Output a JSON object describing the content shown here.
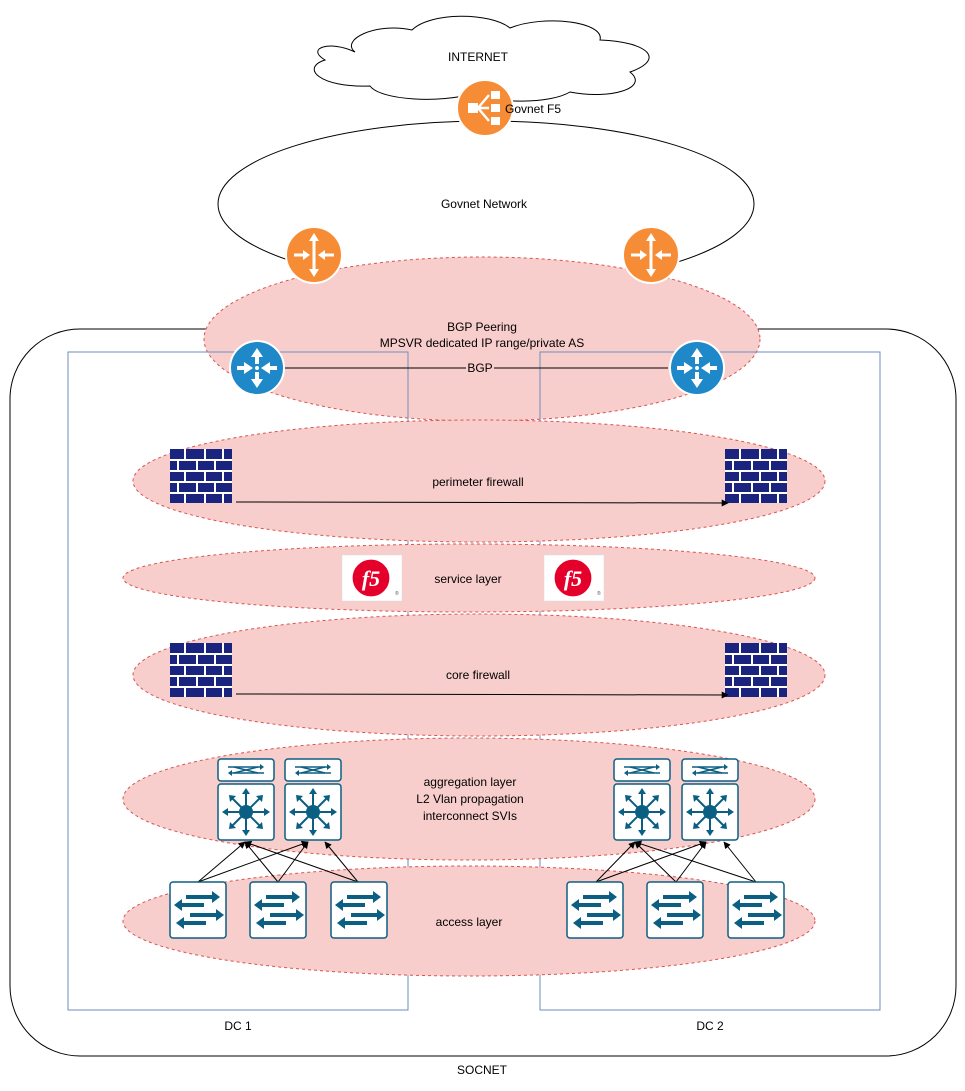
{
  "labels": {
    "internet": "INTERNET",
    "govnet_f5": "Govnet F5",
    "govnet_network": "Govnet Network",
    "bgp_title": "BGP Peering",
    "bgp_subtitle": "MPSVR dedicated IP range/private AS",
    "bgp_link": "BGP",
    "perimeter": "perimeter firewall",
    "service": "service layer",
    "core": "core firewall",
    "aggregation_1": "aggregation layer",
    "aggregation_2": "L2 Vlan propagation",
    "aggregation_3": "interconnect SVIs",
    "access": "access layer",
    "dc1": "DC 1",
    "dc2": "DC 2",
    "socnet": "SOCNET"
  },
  "icons": {
    "govnet_router_color": "#F68D36",
    "core_router_color": "#1E88C8",
    "firewall_color": "#1A237E",
    "switch_color": "#0B5F83",
    "layer_fill": "#F8CECC",
    "layer_stroke": "#D9534F",
    "f5_red": "#E4002B"
  }
}
